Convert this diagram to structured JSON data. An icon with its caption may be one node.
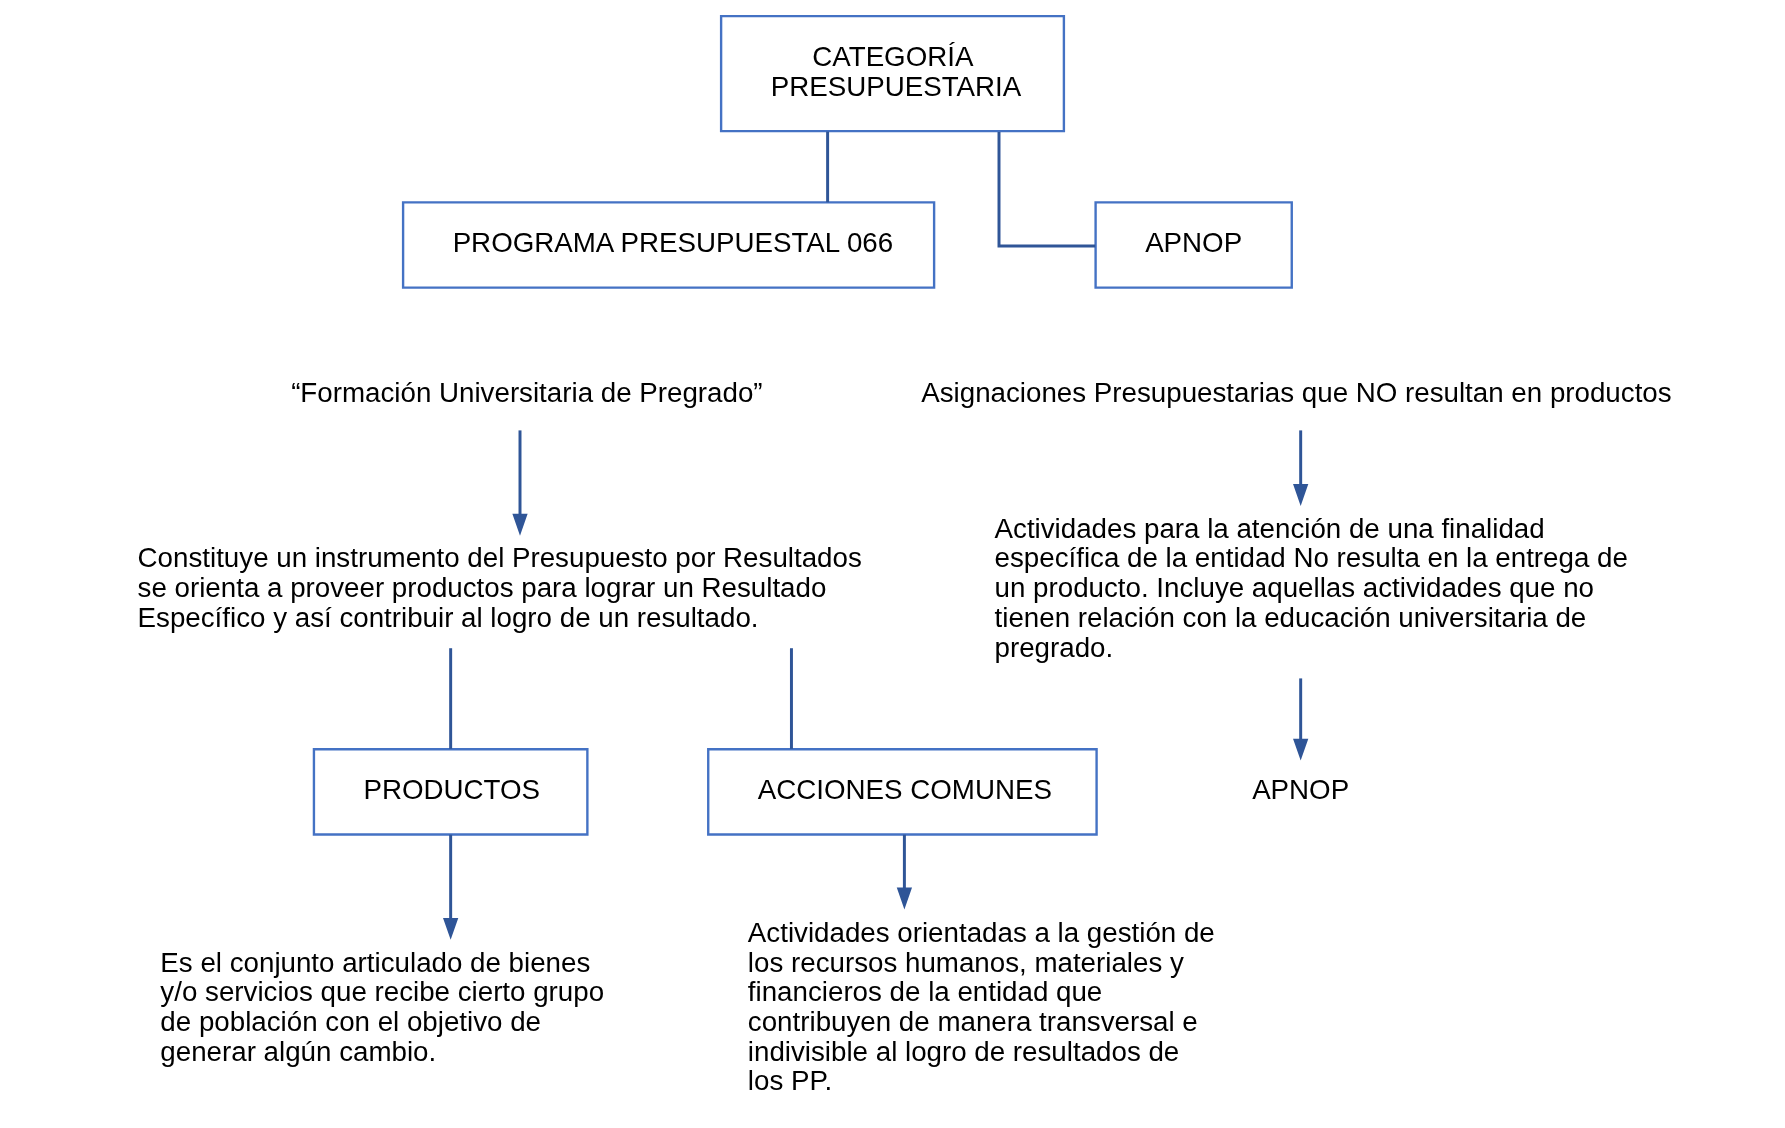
{
  "diagram": {
    "nodes": [
      {
        "text": [
          "CATEGORÍA PRESUPUESTARIA"
        ]
      },
      {
        "text": [
          "PROGRAMA PRESUPUESTAL 066"
        ]
      },
      {
        "text": [
          "APNOP"
        ]
      },
      {
        "text": [
          "“Formación Universitaria de Pregrado”"
        ]
      },
      {
        "text": [
          "Constituye un instrumento del Presupuesto por Resultados se orienta a proveer productos para lograr un Resultado Específico y así contribuir al logro de un resultado."
        ]
      },
      {
        "text": [
          "PRODUCTOS"
        ]
      },
      {
        "text": [
          "ACCIONES COMUNES"
        ]
      },
      {
        "text": [
          "Es el conjunto articulado de bienes y/o servicios que recibe cierto grupo de población con el objetivo de generar algún cambio."
        ]
      },
      {
        "text": [
          "Actividades orientadas a la gestión de los recursos humanos, materiales y financieros de la entidad que contribuyen de manera transversal e indivisible al logro de resultados de los PP."
        ]
      },
      {
        "text": [
          "Asignaciones Presupuestarias que NO resultan en productos"
        ]
      },
      {
        "text": [
          "Actividades para la atención de una finalidad específica de la entidad No resulta en la entrega de un producto. Incluye aquellas actividades que no tienen relación con la educación universitaria de pregrado."
        ]
      },
      {
        "text": [
          "APNOP"
        ]
      }
    ],
    "edges": [
      {
        "from": 0,
        "to": 1,
        "arrow": "none"
      },
      {
        "from": 0,
        "to": 2,
        "arrow": "none"
      },
      {
        "from": 3,
        "to": 4,
        "arrow": "to"
      },
      {
        "from": 4,
        "to": 5,
        "arrow": "none"
      },
      {
        "from": 4,
        "to": 6,
        "arrow": "none"
      },
      {
        "from": 5,
        "to": 7,
        "arrow": "to"
      },
      {
        "from": 6,
        "to": 8,
        "arrow": "to"
      },
      {
        "from": 9,
        "to": 10,
        "arrow": "to"
      },
      {
        "from": 10,
        "to": 11,
        "arrow": "to"
      }
    ]
  }
}
